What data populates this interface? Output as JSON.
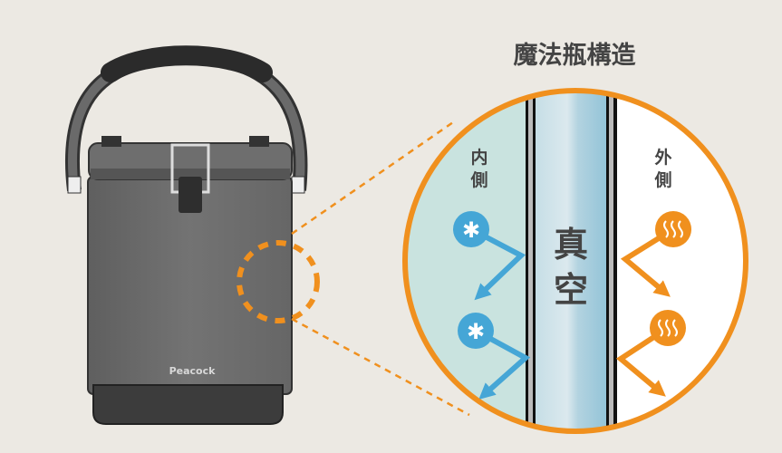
{
  "title": "魔法瓶構造",
  "brand_logo": "Peacock",
  "labels": {
    "inner_1": "内",
    "inner_2": "側",
    "outer_1": "外",
    "outer_2": "側",
    "vacuum_1": "真",
    "vacuum_2": "空"
  },
  "icons": {
    "inner": "snowflake-icon",
    "outer": "steam-icon"
  },
  "colors": {
    "background": "#ece9e3",
    "accent_orange": "#f0901e",
    "cold_blue": "#45a6d6",
    "inner_fill": "#c9e3df",
    "jar_body": "#6b6b6b",
    "text": "#444444"
  }
}
